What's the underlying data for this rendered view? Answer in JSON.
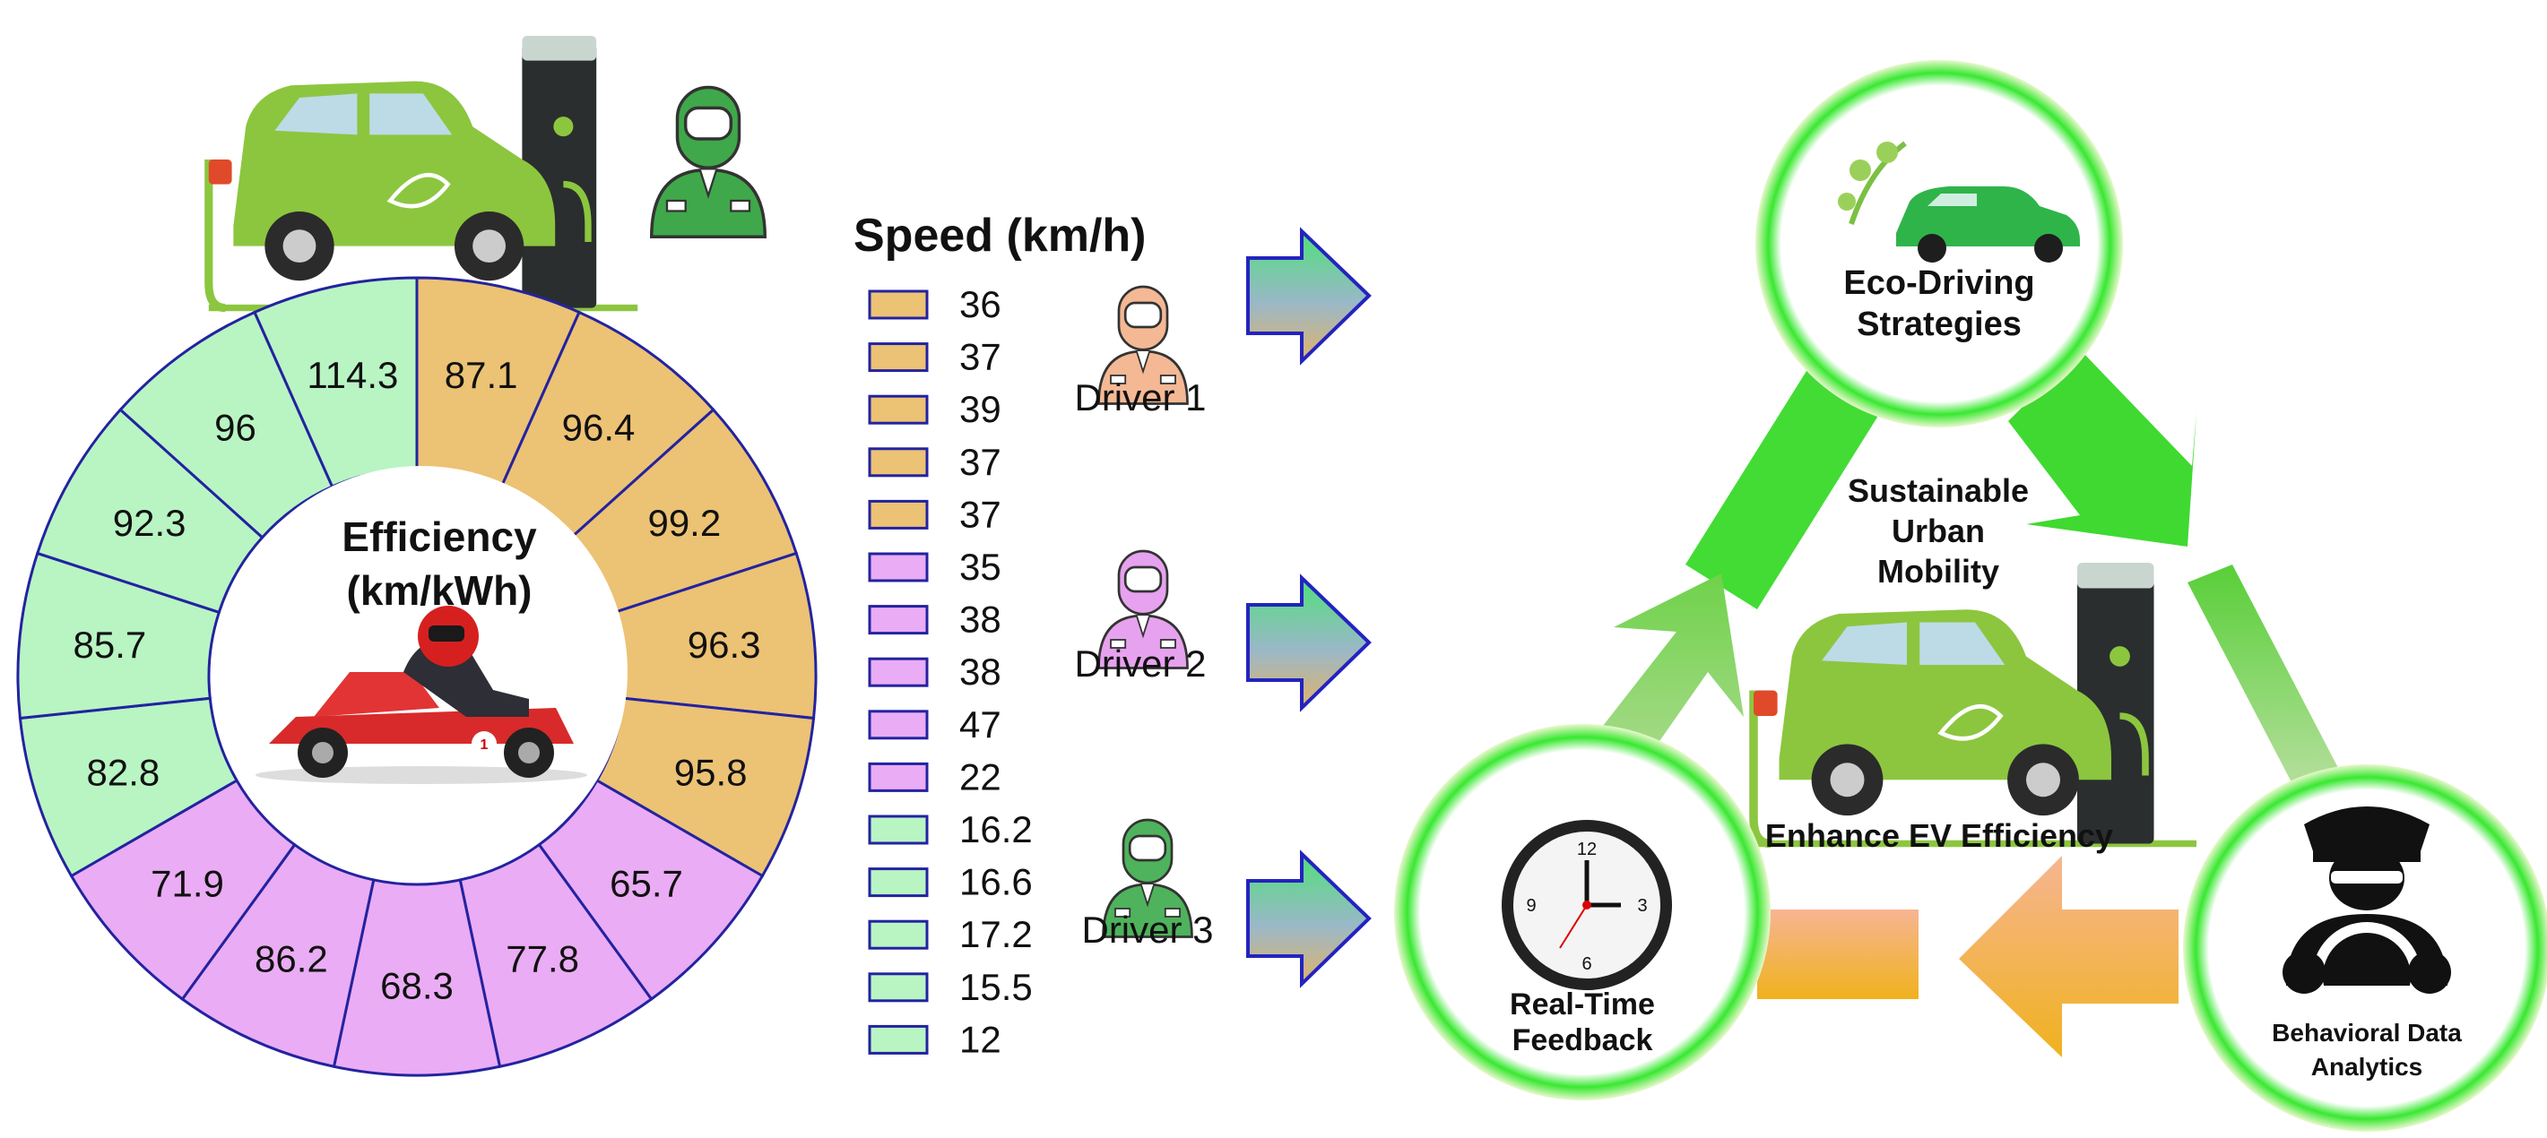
{
  "chart_data": {
    "type": "pie",
    "title": "Efficiency (km/kWh)",
    "title_lines": [
      "Efficiency",
      "(km/kWh)"
    ],
    "drivers": [
      "Driver 1",
      "Driver 2",
      "Driver 3"
    ],
    "series": [
      {
        "name": "Driver 1",
        "color": "#ecc274",
        "values": [
          87.1,
          96.4,
          99.2,
          96.3,
          95.8
        ]
      },
      {
        "name": "Driver 2",
        "color": "#eaacf4",
        "values": [
          65.7,
          77.8,
          68.3,
          86.2,
          71.9
        ]
      },
      {
        "name": "Driver 3",
        "color": "#b8f5c3",
        "values": [
          82.8,
          85.7,
          92.3,
          96,
          114.3
        ]
      }
    ],
    "speed_legend_title": "Speed (km/h)",
    "speeds": [
      {
        "value": "36",
        "driver": 0
      },
      {
        "value": "37",
        "driver": 0
      },
      {
        "value": "39",
        "driver": 0
      },
      {
        "value": "37",
        "driver": 0
      },
      {
        "value": "37",
        "driver": 0
      },
      {
        "value": "35",
        "driver": 1
      },
      {
        "value": "38",
        "driver": 1
      },
      {
        "value": "38",
        "driver": 1
      },
      {
        "value": "47",
        "driver": 1
      },
      {
        "value": "22",
        "driver": 1
      },
      {
        "value": "16.2",
        "driver": 2
      },
      {
        "value": "16.6",
        "driver": 2
      },
      {
        "value": "17.2",
        "driver": 2
      },
      {
        "value": "15.5",
        "driver": 2
      },
      {
        "value": "12",
        "driver": 2
      }
    ]
  },
  "cycle": {
    "top_node": {
      "line1": "Eco-Driving",
      "line2": "Strategies"
    },
    "left_node": {
      "line1": "Real-Time",
      "line2": "Feedback"
    },
    "right_node": {
      "line1": "Behavioral Data",
      "line2": "Analytics"
    },
    "center_title": {
      "line1": "Sustainable",
      "line2": "Urban",
      "line3": "Mobility"
    },
    "center_caption": "Enhance EV Efficiency"
  },
  "colors": {
    "segment_stroke": "#2323a0",
    "cycle_green": "#3ddc33",
    "ring_green": "#55ee44",
    "arrow_orange": "#f1b24a",
    "car_green": "#8cc63f"
  },
  "icons": {
    "ev_car": "ev-charging-car-icon",
    "driver": "driver-avatar-icon",
    "kart": "go-kart-racer-icon",
    "clock": "clock-icon",
    "police": "driver-officer-icon"
  }
}
